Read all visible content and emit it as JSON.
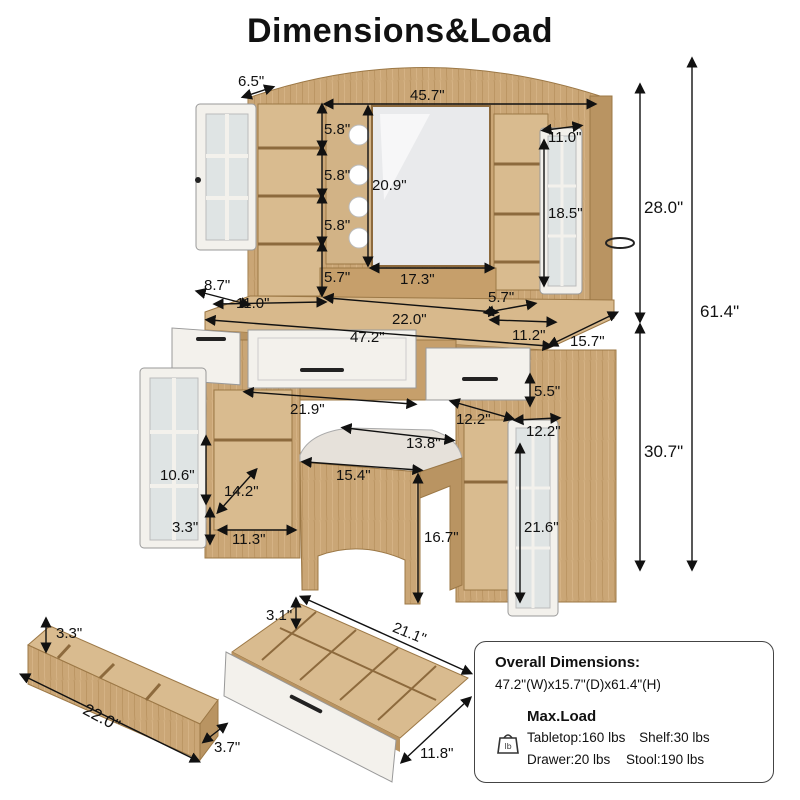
{
  "title": "Dimensions&Load",
  "dims": {
    "upper_shelf_depth": "6.5\"",
    "top_width": "45.7\"",
    "cubby_1": "5.8\"",
    "cubby_2": "5.8\"",
    "cubby_3": "5.8\"",
    "cubby_4": "5.7\"",
    "mirror_height": "20.9\"",
    "mirror_width": "17.3\"",
    "right_shelf_width": "11.0\"",
    "right_door_height": "18.5\"",
    "upper_height": "28.0\"",
    "total_height": "61.4\"",
    "lower_height": "30.7\"",
    "left_desk_depth": "8.7\"",
    "left_desk_width": "11.0\"",
    "center_width": "22.0\"",
    "right_gap": "5.7\"",
    "right_desk_width": "11.2\"",
    "total_width": "47.2\"",
    "total_depth": "15.7\"",
    "drawer_height": "5.5\"",
    "knee_width": "21.9\"",
    "right_cabinet_depth": "12.2\"",
    "right_cabinet_width": "12.2\"",
    "stool_depth": "13.8\"",
    "stool_width": "15.4\"",
    "stool_height": "16.7\"",
    "left_cab_height": "10.6\"",
    "left_cab_depth": "14.2\"",
    "left_cab_base": "3.3\"",
    "left_cab_width": "11.3\"",
    "right_cab_height": "21.6\"",
    "organizer_height": "3.3\"",
    "organizer_length": "22.0\"",
    "organizer_depth": "3.7\"",
    "drawer_divider": "3.1\"",
    "drawer_length": "21.1\"",
    "drawer_depth": "11.8\""
  },
  "info": {
    "overall_title": "Overall Dimensions:",
    "overall_value": "47.2\"(W)x15.7\"(D)x61.4\"(H)",
    "load_title": "Max.Load",
    "icon_label": "lb",
    "tabletop": "Tabletop:160 lbs",
    "shelf": "Shelf:30 lbs",
    "drawer": "Drawer:20 lbs",
    "stool": "Stool:190 lbs"
  },
  "colors": {
    "wood": "#c9a574",
    "wood_dark": "#a8814f",
    "white_panel": "#f3f1ec",
    "glass": "#dfe4e4",
    "mirror": "#e9eaec",
    "cushion": "#e6e1da"
  }
}
